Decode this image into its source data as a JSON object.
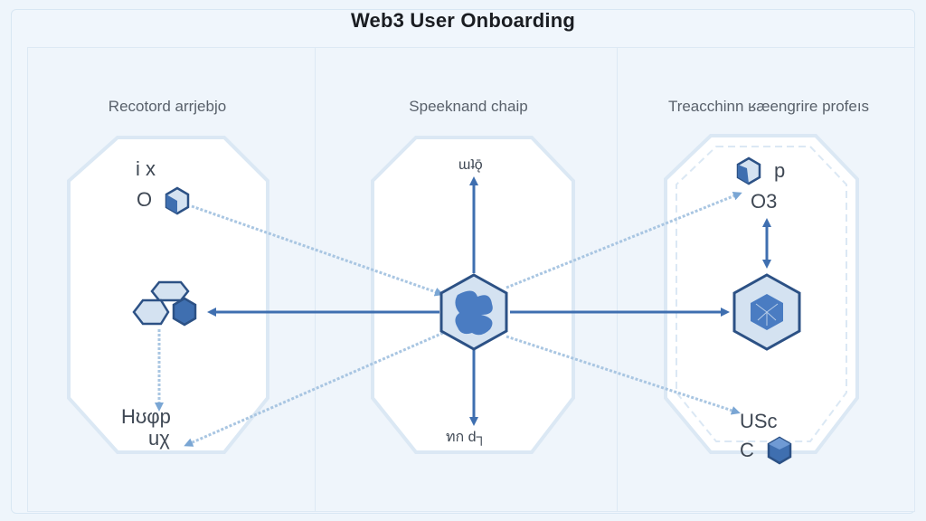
{
  "title": "Web3 User Onboarding",
  "colors": {
    "accent": "#3f6fb0",
    "accent_dark": "#2c5185",
    "hex_fill": "#d4e2f1",
    "dashed": "#a9c6e2",
    "panel_bg": "#ffffff"
  },
  "columns": [
    {
      "label": "Recotord arrjebjo",
      "top_labels": [
        "i x",
        "O"
      ],
      "middle_icon": "hex-cluster-icon",
      "bottom_labels": [
        "Hʊφp",
        "uχ"
      ]
    },
    {
      "label": "Speeknand chaip",
      "top_label": "ɯʇǭ",
      "middle_icon": "central-hub-hex-icon",
      "bottom_label": "ทก d┐"
    },
    {
      "label": "Treacchinn ʁæengrire profeıs",
      "top_labels": [
        "p",
        "O3"
      ],
      "middle_icon": "blockchain-node-hex-icon",
      "bottom_labels": [
        "USc",
        "C"
      ]
    }
  ]
}
